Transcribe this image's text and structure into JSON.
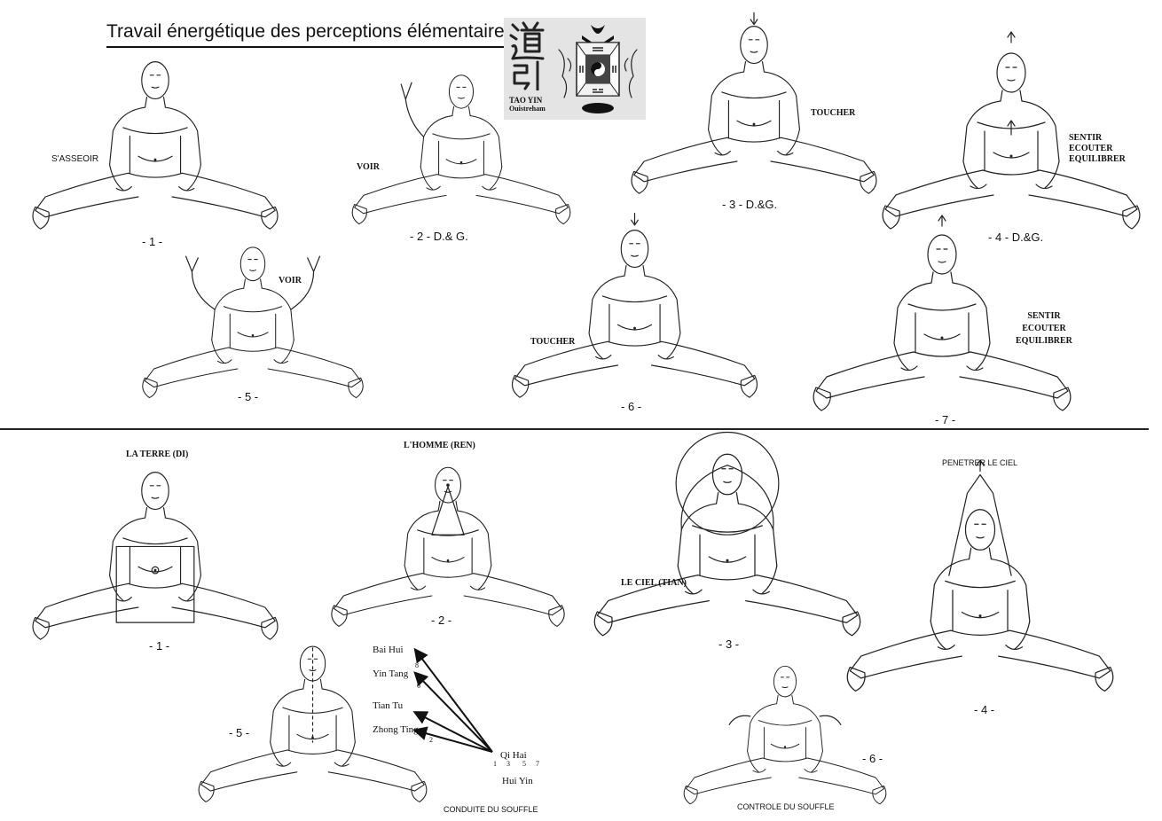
{
  "title": "Travail énergétique des perceptions élémentaires",
  "logo": {
    "name": "TAO YIN",
    "place": "Ouistreham"
  },
  "top_section": {
    "figures": [
      {
        "number": "- 1 -",
        "label": "S'ASSEOIR"
      },
      {
        "number": "- 2 - D.& G.",
        "label": "VOIR"
      },
      {
        "number": "- 3 - D.&G.",
        "label": "TOUCHER"
      },
      {
        "number": "- 4 - D.&G.",
        "labels": [
          "SENTIR",
          "ECOUTER",
          "EQUILIBRER"
        ]
      },
      {
        "number": "- 5 -",
        "label": "VOIR"
      },
      {
        "number": "- 6 -",
        "label": "TOUCHER"
      },
      {
        "number": "- 7 -",
        "labels": [
          "SENTIR",
          "ECOUTER",
          "EQUILIBRER"
        ]
      }
    ]
  },
  "bottom_section": {
    "figures": [
      {
        "number": "- 1 -",
        "label": "LA TERRE (DI)"
      },
      {
        "number": "- 2 -",
        "label": "L'HOMME (REN)"
      },
      {
        "number": "- 3 -",
        "label": "LE CIEL (TIAN)"
      },
      {
        "number": "- 4 -",
        "label": "PENETRER LE CIEL"
      },
      {
        "number": "- 5 -",
        "caption": "CONDUITE DU SOUFFLE"
      },
      {
        "number": "- 6 -",
        "caption": "CONTROLE DU SOUFFLE"
      }
    ],
    "points": {
      "bai_hui": "Bai Hui",
      "yin_tang": "Yin Tang",
      "tian_tu": "Tian Tu",
      "zhong_ting": "Zhong Ting",
      "qi_hai": "Qi Hai",
      "hui_yin": "Hui Yin"
    },
    "sequence": {
      "left": [
        "8",
        "6",
        "4",
        "2"
      ],
      "bottom": [
        "1",
        "3",
        "5",
        "7"
      ]
    }
  }
}
